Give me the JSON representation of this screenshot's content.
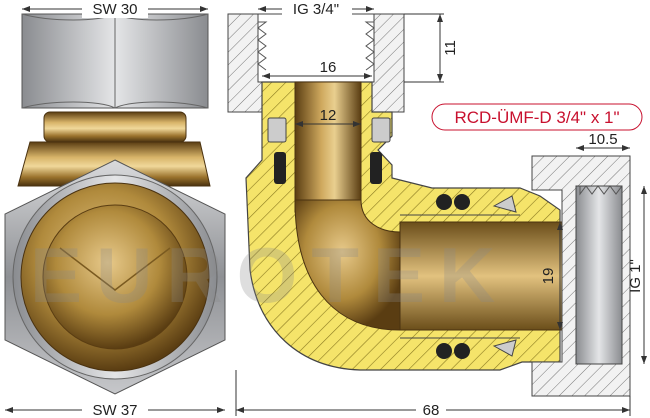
{
  "model_label": "RCD-ÜMF-D 3/4\" x 1\"",
  "watermark": "EUROTEK",
  "dimensions": {
    "sw_top": "SW 30",
    "sw_bottom": "SW 37",
    "thread_top": "IG 3/4\"",
    "thread_side": "IG 1\"",
    "thread_top_height": "11",
    "inner_diameter_top": "16",
    "bore_top": "12",
    "side_depth": "10.5",
    "side_bore": "19",
    "total_length": "68"
  },
  "colors": {
    "brass": "#b08a3c",
    "brass_dark": "#6b4e1a",
    "section_yellow": "#f5e46a",
    "steel": "#a8a9ad",
    "label_red": "#c8102e"
  }
}
